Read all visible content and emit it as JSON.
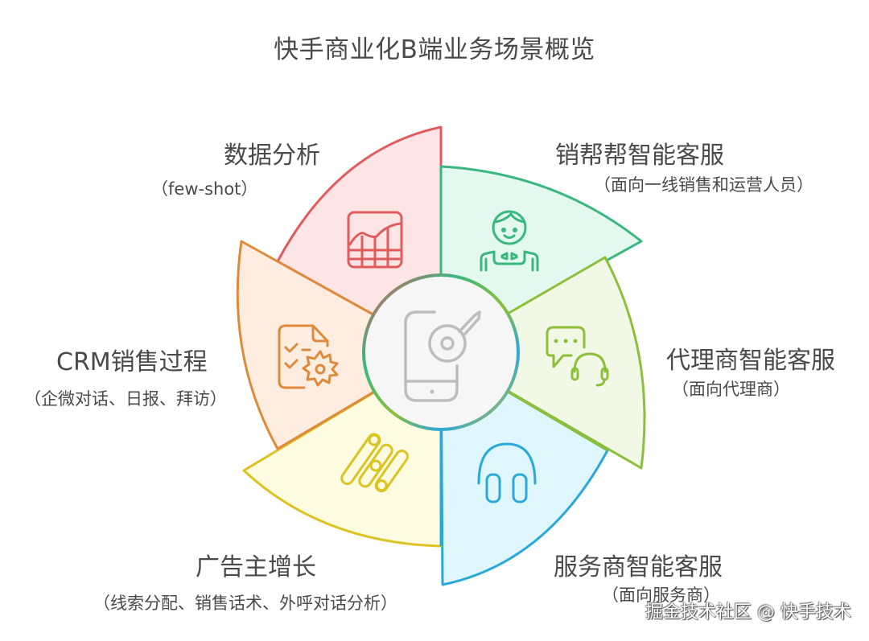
{
  "title": "快手商业化B端业务场景概览",
  "center": {
    "icon": "phone-key-icon"
  },
  "segments": [
    {
      "id": "data-analysis",
      "title": "数据分析",
      "subtitle": "（few-shot）",
      "icon": "chart-grid-icon",
      "stroke": "#e05b5b",
      "fill": "#fde5e5"
    },
    {
      "id": "xiaobangbang",
      "title": "销帮帮智能客服",
      "subtitle": "（面向一线销售和运营人员）",
      "icon": "waiter-person-icon",
      "stroke": "#3ab77f",
      "fill": "#e3f8ee"
    },
    {
      "id": "agent-service",
      "title": "代理商智能客服",
      "subtitle": "（面向代理商）",
      "icon": "chat-headset-icon",
      "stroke": "#8cbf3a",
      "fill": "#f1f9e6"
    },
    {
      "id": "provider-service",
      "title": "服务商智能客服",
      "subtitle": "（面向服务商）",
      "icon": "headphones-icon",
      "stroke": "#2aa9d8",
      "fill": "#def6fc"
    },
    {
      "id": "advertiser-growth",
      "title": "广告主增长",
      "subtitle": "（线索分配、销售话术、外呼对话分析）",
      "icon": "sliders-icon",
      "stroke": "#dcc322",
      "fill": "#fdfbe0"
    },
    {
      "id": "crm-sales",
      "title": "CRM销售过程",
      "subtitle": "（企微对话、日报、拜访）",
      "icon": "checklist-gear-icon",
      "stroke": "#de8a3c",
      "fill": "#fdede0"
    }
  ],
  "center_colors": {
    "fill": "#f6f6f6",
    "icon": "#bdbdbd"
  },
  "watermark": "掘金技术社区 @ 快手技术"
}
